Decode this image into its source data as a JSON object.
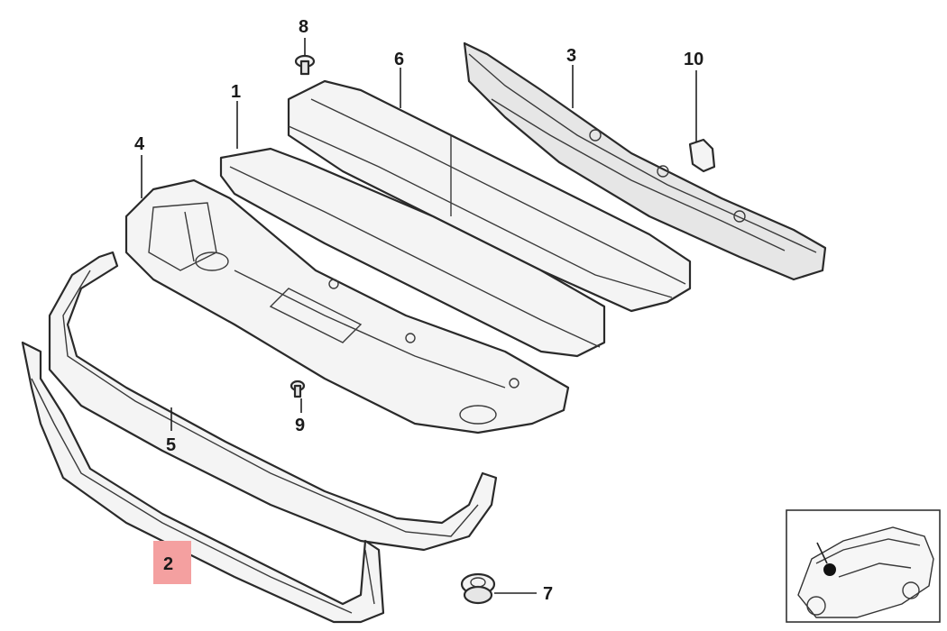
{
  "callouts": {
    "c1": "1",
    "c2": "2",
    "c3": "3",
    "c4": "4",
    "c5": "5",
    "c6": "6",
    "c7": "7",
    "c8": "8",
    "c9": "9",
    "c10": "10"
  },
  "colors": {
    "highlight": "#f4a0a0",
    "line": "#2a2a2a"
  }
}
